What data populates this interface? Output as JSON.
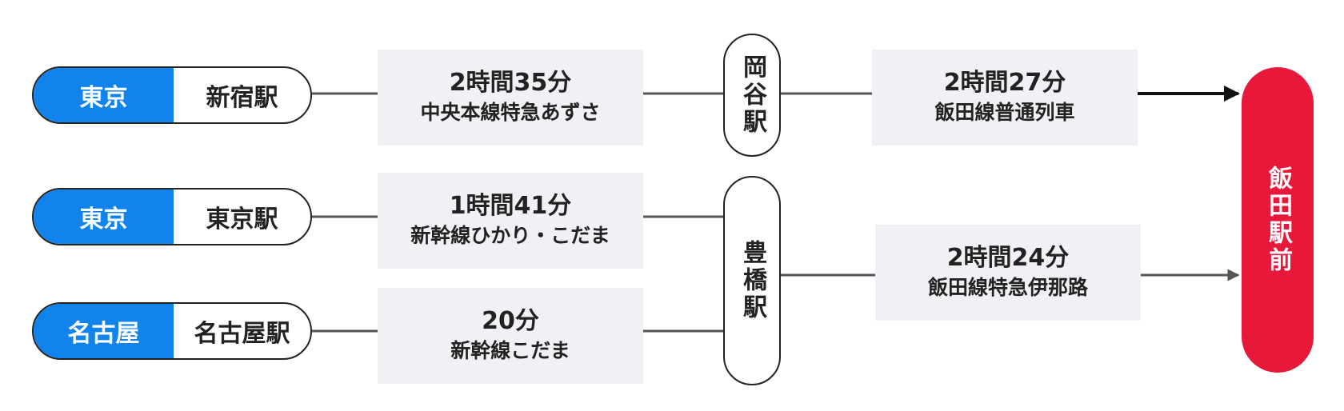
{
  "colors": {
    "city_bg": "#1183ec",
    "destination_bg": "#e8183b",
    "route_bg": "#f1f1f5",
    "line": "#555555"
  },
  "origins": [
    {
      "city": "東京",
      "station": "新宿駅"
    },
    {
      "city": "東京",
      "station": "東京駅"
    },
    {
      "city": "名古屋",
      "station": "名古屋駅"
    }
  ],
  "routes": [
    {
      "time": "2時間35分",
      "train": "中央本線特急あずさ"
    },
    {
      "time": "1時間41分",
      "train": "新幹線ひかり・こだま"
    },
    {
      "time": "20分",
      "train": "新幹線こだま"
    },
    {
      "time": "2時間27分",
      "train": "飯田線普通列車"
    },
    {
      "time": "2時間24分",
      "train": "飯田線特急伊那路"
    }
  ],
  "transfers": {
    "okaya": "岡谷駅",
    "toyohashi": "豊橋駅"
  },
  "destination": "飯田駅前"
}
